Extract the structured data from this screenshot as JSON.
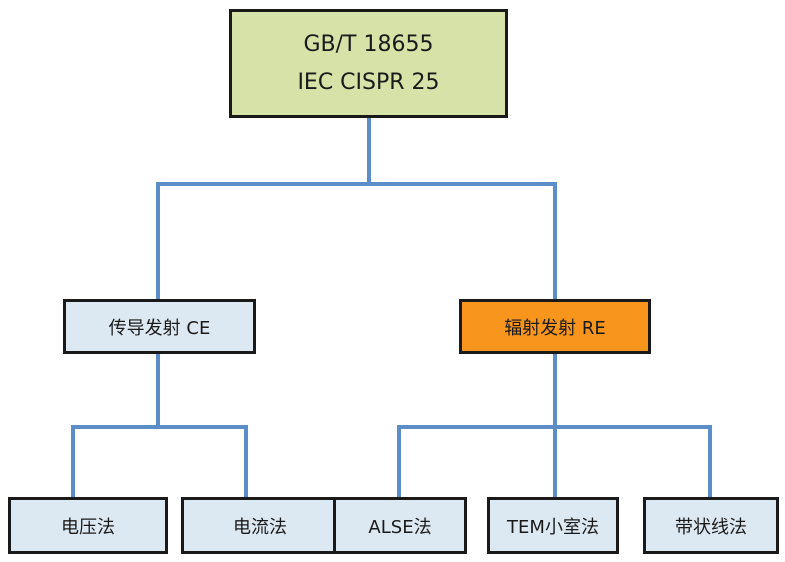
{
  "root": {
    "line1": "GB/T 18655",
    "line2": "IEC CISPR 25"
  },
  "branches": {
    "conducted": "传导发射 CE",
    "radiated": "辐射发射 RE"
  },
  "methods": {
    "voltage": "电压法",
    "current": "电流法",
    "alse": "ALSE法",
    "tem": "TEM小室法",
    "stripline": "带状线法"
  },
  "colors": {
    "connector": "#5b8ec9",
    "root_fill": "#d6e2a8",
    "leaf_fill": "#dce8f2",
    "radiated_fill": "#f7951d",
    "border": "#1a1a1a"
  }
}
